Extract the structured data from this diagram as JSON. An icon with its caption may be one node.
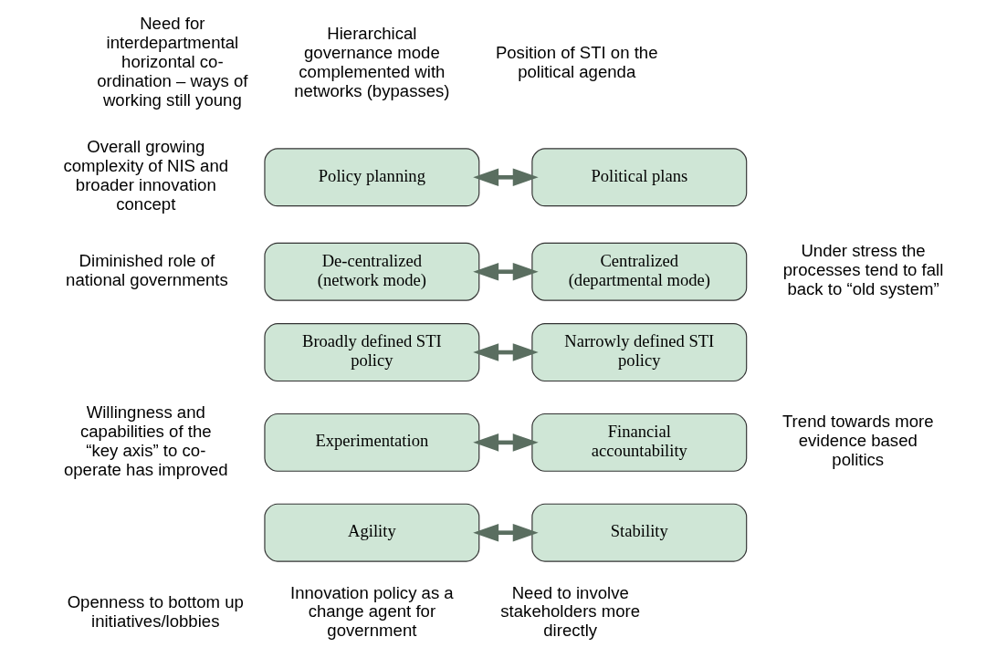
{
  "diagram": {
    "nodes": [
      {
        "text": [
          "Policy planning"
        ]
      },
      {
        "text": [
          "Political plans"
        ]
      },
      {
        "text": [
          "De-centralized (network mode)"
        ]
      },
      {
        "text": [
          "Centralized (departmental mode)"
        ]
      },
      {
        "text": [
          "Broadly defined STI policy"
        ]
      },
      {
        "text": [
          "Narrowly defined STI policy"
        ]
      },
      {
        "text": [
          "Experimentation"
        ]
      },
      {
        "text": [
          "Financial accountability"
        ]
      },
      {
        "text": [
          "Agility"
        ]
      },
      {
        "text": [
          "Stability"
        ]
      }
    ],
    "edges": [
      {
        "from": 0,
        "to": 1,
        "arrow": "both"
      },
      {
        "from": 2,
        "to": 3,
        "arrow": "both"
      },
      {
        "from": 4,
        "to": 5,
        "arrow": "both"
      },
      {
        "from": 6,
        "to": 7,
        "arrow": "both"
      },
      {
        "from": 8,
        "to": 9,
        "arrow": "both"
      }
    ],
    "labels": [
      "Need for interdepartmental horizontal co-ordination – ways of working still young",
      "Hierarchical governance mode complemented with networks (bypasses)",
      "Position of STI on the political agenda",
      "Overall growing complexity of NIS and broader innovation concept",
      "Under stress the processes tend to fall back to “old system”",
      "Diminished role of national governments",
      "Willingness and capabilities of the “key axis” to co-operate has improved",
      "Trend towards more evidence based politics",
      "Openness to bottom up initiatives/lobbies",
      "Need to involve stakeholders more directly",
      "Innovation policy as a change agent for government"
    ]
  }
}
